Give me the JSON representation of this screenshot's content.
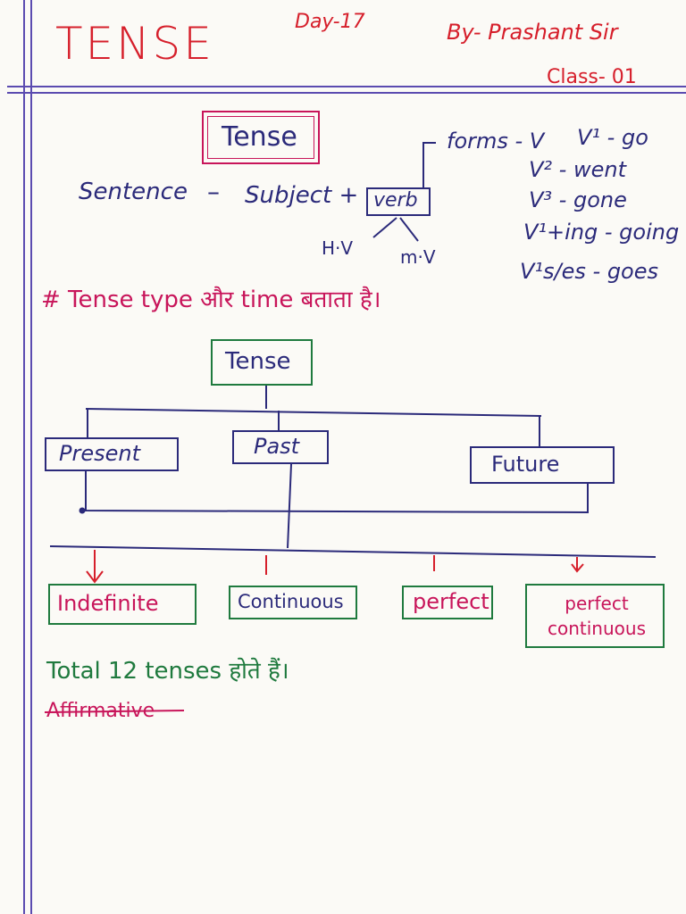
{
  "header": {
    "title": "TENSE",
    "day": "Day-17",
    "author": "By- Prashant Sir",
    "class_no": "Class- 01"
  },
  "intro": {
    "box_label": "Tense",
    "sentence": "Sentence",
    "dash": "–",
    "subject": "Subject +",
    "verb": "verb",
    "hv": "H·V",
    "mv": "m·V",
    "forms_label": "forms - V",
    "forms": [
      {
        "label": "V¹ - go"
      },
      {
        "label": "V² - went"
      },
      {
        "label": "V³ - gone"
      },
      {
        "label": "V¹+ing - going"
      },
      {
        "label": "V¹s/es - goes"
      }
    ]
  },
  "note": "# Tense   type और time बताता है।",
  "tree": {
    "root": "Tense",
    "level1": [
      "Present",
      "Past",
      "Future"
    ],
    "level2": [
      "Indefinite",
      "Continuous",
      "perfect",
      "perfect continuous"
    ]
  },
  "summary": "Total 12 tenses होते हैं।",
  "struck": "Affirmative",
  "colors": {
    "red": "#d61f2b",
    "pink": "#c8155a",
    "navy": "#2b2a7a",
    "green": "#1f7a3e",
    "margin": "#5b4bb0"
  }
}
